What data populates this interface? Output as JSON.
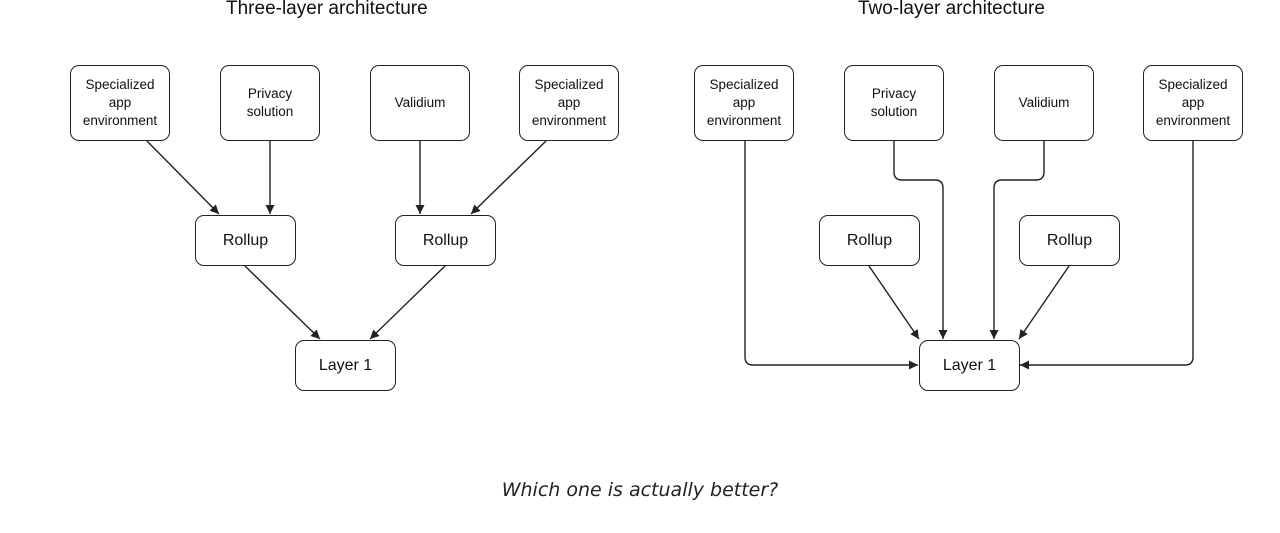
{
  "diagrams": {
    "left": {
      "title": "Three-layer architecture",
      "nodes": {
        "app_env_1": "Specialized\napp\nenvironment",
        "privacy": "Privacy\nsolution",
        "validium": "Validium",
        "app_env_2": "Specialized\napp\nenvironment",
        "rollup_1": "Rollup",
        "rollup_2": "Rollup",
        "layer1": "Layer 1"
      }
    },
    "right": {
      "title": "Two-layer architecture",
      "nodes": {
        "app_env_1": "Specialized\napp\nenvironment",
        "privacy": "Privacy\nsolution",
        "validium": "Validium",
        "app_env_2": "Specialized\napp\nenvironment",
        "rollup_1": "Rollup",
        "rollup_2": "Rollup",
        "layer1": "Layer 1"
      }
    }
  },
  "caption": "Which one is actually better?",
  "colors": {
    "stroke": "#222222",
    "background": "#ffffff"
  }
}
